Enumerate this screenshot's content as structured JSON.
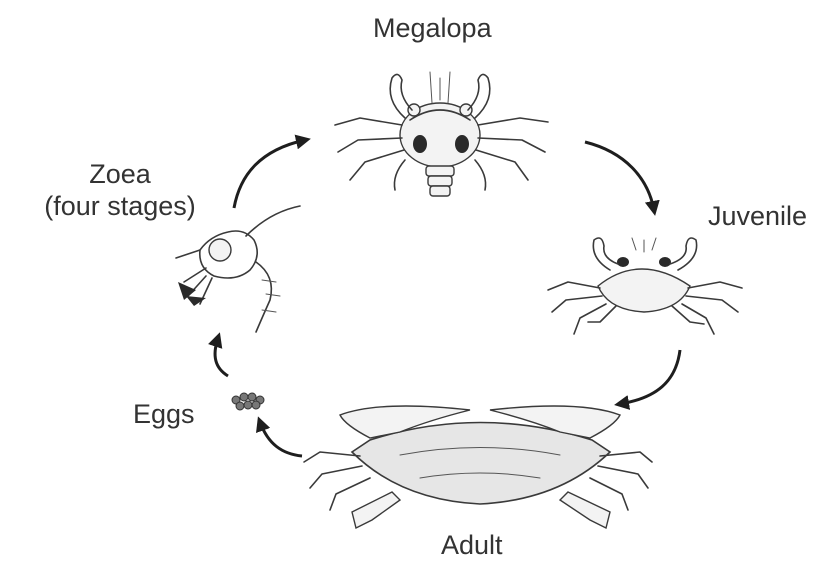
{
  "diagram": {
    "stages": [
      {
        "id": "megalopa",
        "label": "Megalopa"
      },
      {
        "id": "juvenile",
        "label": "Juvenile"
      },
      {
        "id": "adult",
        "label": "Adult"
      },
      {
        "id": "eggs",
        "label": "Eggs"
      },
      {
        "id": "zoea",
        "label_line1": "Zoea",
        "label_line2": "(four stages)"
      }
    ]
  }
}
